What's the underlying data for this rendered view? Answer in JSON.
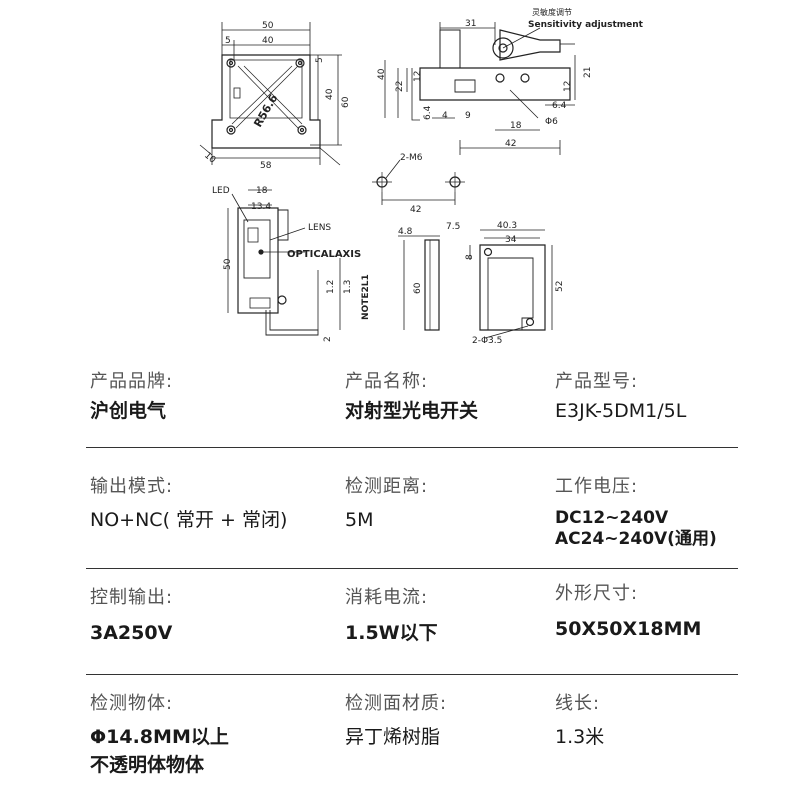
{
  "drawing_labels": {
    "sensitivity_cn": "灵敏度调节",
    "sensitivity_en": "Sensitivity adjustment",
    "r_label": "R56.6",
    "m6_label": "2-M6",
    "led_label": "LED",
    "lens_label": "LENS",
    "optical_axis_label": "OPTICALAXIS",
    "note_label": "NOTE2L1",
    "hole_label": "2-Φ3.5",
    "phi6_label": "Φ6",
    "dims": {
      "d50": "50",
      "d5": "5",
      "d40": "40",
      "d58": "58",
      "d60": "60",
      "d10": "10",
      "d31": "31",
      "d21": "21",
      "d22": "22",
      "d12": "12",
      "d6_4": "6.4",
      "d9": "9",
      "d4": "4",
      "d18": "18",
      "d42": "42",
      "d13_4": "13.4",
      "d1_2": "1.2",
      "d1_3": "1.3",
      "d2": "2",
      "d4_8": "4.8",
      "d7_5": "7.5",
      "d40_3": "40.3",
      "d34": "34",
      "d8": "8",
      "d52": "52"
    }
  },
  "specs": [
    [
      {
        "label": "产品品牌:",
        "value": [
          "沪创电气"
        ],
        "bold": true
      },
      {
        "label": "产品名称:",
        "value": [
          "对射型光电开关"
        ],
        "bold": true
      },
      {
        "label": "产品型号:",
        "value": [
          "E3JK-5DM1/5L"
        ],
        "bold": false
      }
    ],
    [
      {
        "label": "输出模式:",
        "value": [
          "NO+NC( 常开 + 常闭)"
        ],
        "bold": false
      },
      {
        "label": "检测距离:",
        "value": [
          "5M"
        ],
        "bold": false
      },
      {
        "label": "工作电压:",
        "value": [
          "DC12~240V",
          "AC24~240V(通用)"
        ],
        "bold": true
      }
    ],
    [
      {
        "label": "控制输出:",
        "value": [
          "3A250V"
        ],
        "bold": true
      },
      {
        "label": "消耗电流:",
        "value": [
          "1.5W以下"
        ],
        "bold": true
      },
      {
        "label": "外形尺寸:",
        "value": [
          "50X50X18MM"
        ],
        "bold": true
      }
    ],
    [
      {
        "label": "检测物体:",
        "value": [
          "Φ14.8MM以上",
          "不透明体物体"
        ],
        "bold": true
      },
      {
        "label": "检测面材质:",
        "value": [
          "异丁烯树脂"
        ],
        "bold": false
      },
      {
        "label": "线长:",
        "value": [
          "1.3米"
        ],
        "bold": false
      }
    ]
  ]
}
